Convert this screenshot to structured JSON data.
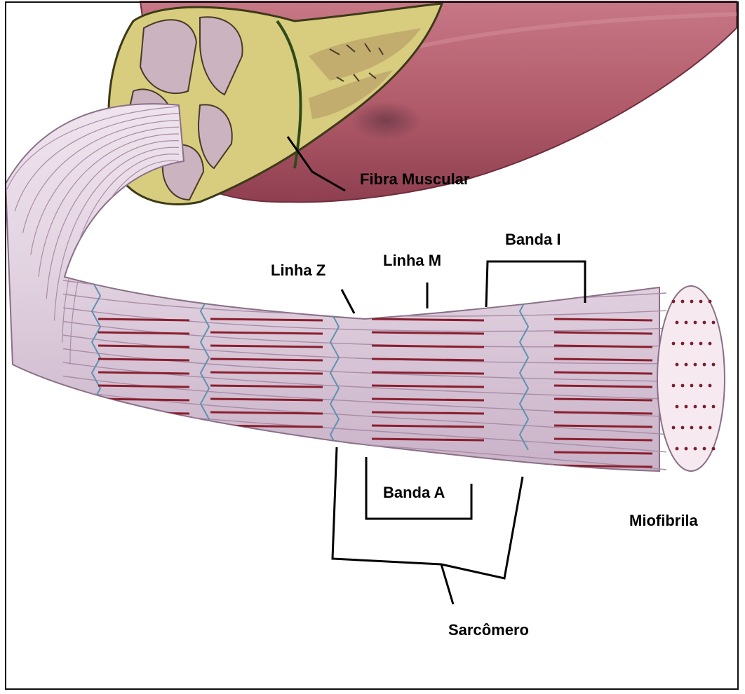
{
  "labels": {
    "fibra_muscular": "Fibra Muscular",
    "banda_i": "Banda I",
    "linha_z": "Linha Z",
    "linha_m": "Linha M",
    "banda_a": "Banda A",
    "miofibrila": "Miofibrila",
    "sarcomero": "Sarcômero"
  },
  "colors": {
    "muscle": "#b5606e",
    "muscle_dark": "#7d3444",
    "fiber_light": "#e6d7e4",
    "fiber_mid": "#cdb6cc",
    "thick_filament": "#8a1f2e",
    "z_line": "#5f92b0",
    "connective": "#d9d27a",
    "end_face": "#f6e9ef"
  }
}
